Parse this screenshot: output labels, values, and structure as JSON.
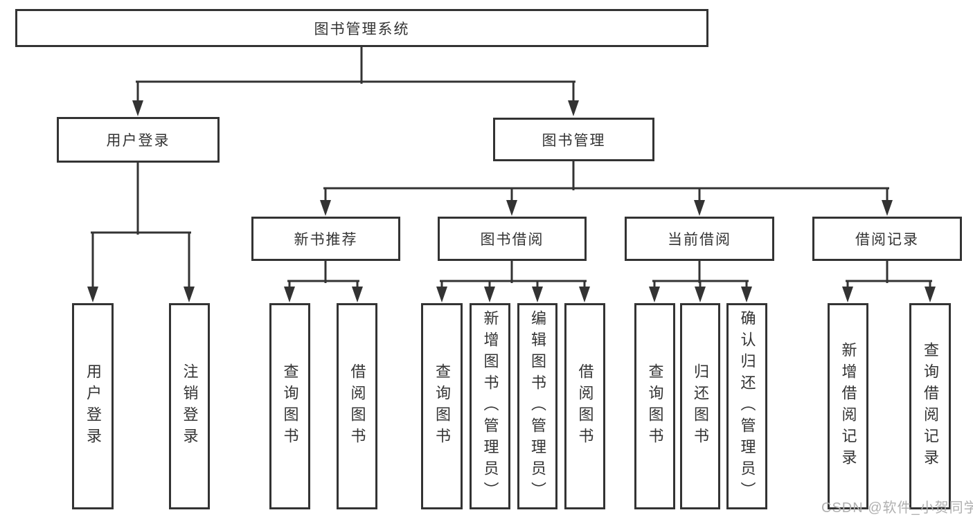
{
  "diagram": {
    "title": "图书管理系统",
    "nodes": {
      "user_login": "用户登录",
      "book_mgmt": "图书管理",
      "new_book_rec": "新书推荐",
      "book_borrow": "图书借阅",
      "current_borrow": "当前借阅",
      "borrow_record": "借阅记录"
    },
    "leaves": {
      "user_login": "用户登录",
      "logout": "注销登录",
      "rec_query_book": "查询图书",
      "rec_borrow_book": "借阅图书",
      "bb_query_book": "查询图书",
      "bb_add_book": "新增图书（管理员）",
      "bb_edit_book": "编辑图书（管理员）",
      "bb_borrow_book": "借阅图书",
      "cur_query_book": "查询图书",
      "cur_return_book": "归还图书",
      "cur_confirm_return": "确认归还（管理员）",
      "br_add_record": "新增借阅记录",
      "br_query_record": "查询借阅记录"
    },
    "watermark": "CSDN @软件_小贺同学",
    "colors": {
      "line": "#333333",
      "text": "#333333",
      "watermark": "#b0b0b0",
      "background": "#ffffff"
    }
  }
}
